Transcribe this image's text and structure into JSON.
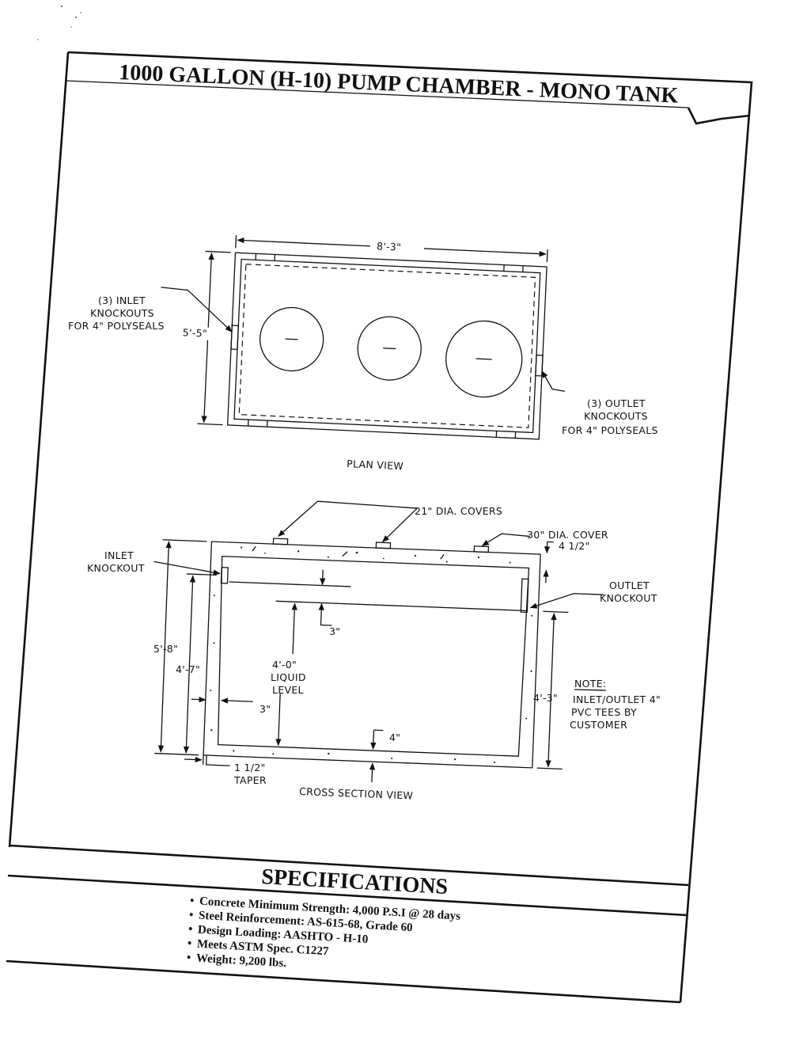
{
  "sheet": {
    "title": "1000 GALLON (H-10) PUMP CHAMBER - MONO TANK"
  },
  "plan_view": {
    "label": "PLAN VIEW",
    "dim_length": "8'-3\"",
    "dim_width": "5'-5\"",
    "inlet_note": [
      "(3) INLET",
      "KNOCKOUTS",
      "FOR 4\" POLYSEALS"
    ],
    "outlet_note": [
      "(3) OUTLET",
      "KNOCKOUTS",
      "FOR 4\" POLYSEALS"
    ]
  },
  "cross_section": {
    "label": "CROSS SECTION VIEW",
    "covers_21": "21\" DIA. COVERS",
    "cover_30": "30\" DIA. COVER",
    "top_thickness": "4 1/2\"",
    "inlet_knockout": [
      "INLET",
      "KNOCKOUT"
    ],
    "outlet_knockout": [
      "OUTLET",
      "KNOCKOUT"
    ],
    "overall_height": "5'-8\"",
    "inlet_height": "4'-7\"",
    "drop": "3\"",
    "liquid_level": [
      "4'-0\"",
      "LIQUID",
      "LEVEL"
    ],
    "wall": "3\"",
    "outlet_height": "4'-3\"",
    "floor": "4\"",
    "taper": [
      "1 1/2\"",
      "TAPER"
    ],
    "note_heading": "NOTE:",
    "note_lines": [
      "INLET/OUTLET 4\"",
      "PVC TEES BY",
      "CUSTOMER"
    ]
  },
  "specifications": {
    "heading": "SPECIFICATIONS",
    "items": [
      "Concrete Minimum Strength: 4,000 P.S.I @ 28 days",
      "Steel Reinforcement: AS-615-68, Grade 60",
      "Design Loading: AASHTO - H-10",
      "Meets ASTM Spec. C1227",
      "Weight: 9,200 lbs."
    ]
  }
}
